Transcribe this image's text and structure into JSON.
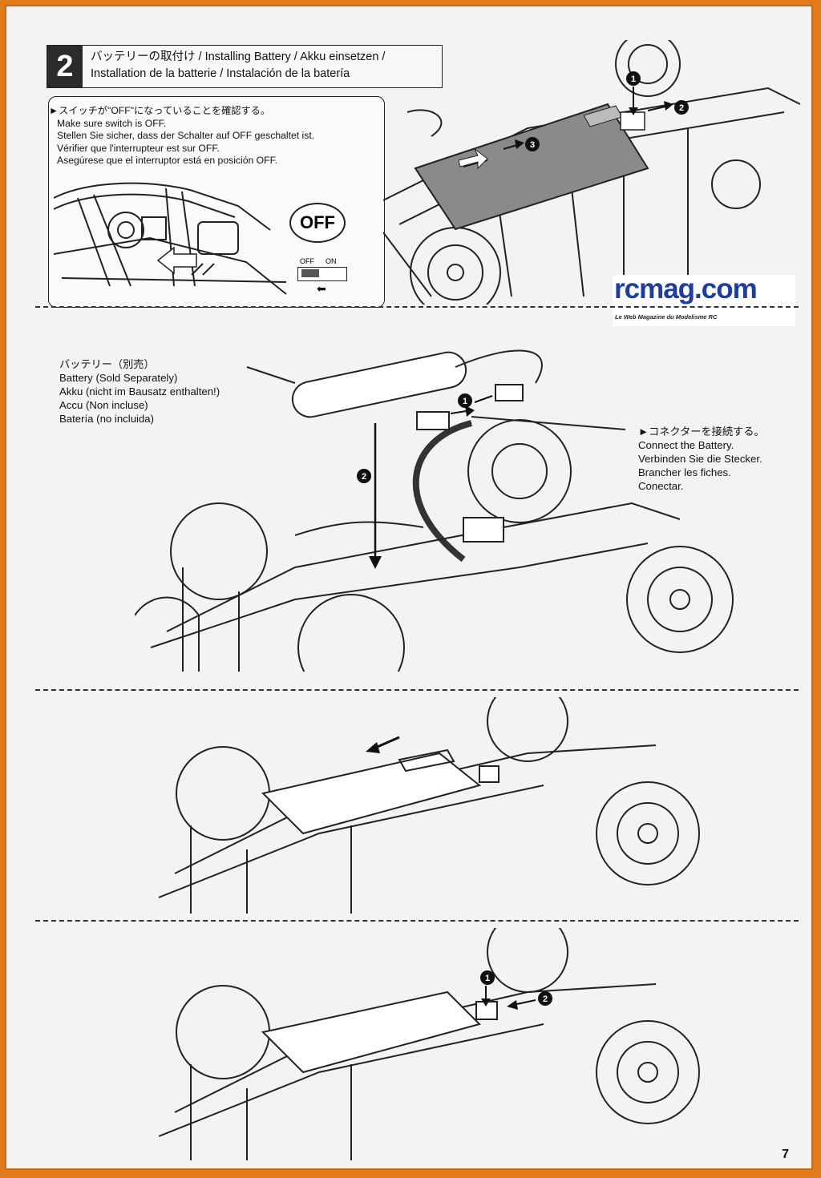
{
  "step": {
    "number": "2",
    "title_line1": "バッテリーの取付け / Installing Battery / Akku einsetzen /",
    "title_line2": "Installation de la batterie / Instalación de la batería"
  },
  "switch_note": {
    "ja": "►スイッチが\"OFF\"になっていることを確認する。",
    "en": "Make sure switch is OFF.",
    "de": "Stellen Sie sicher, dass der Schalter  auf OFF geschaltet ist.",
    "fr": "Vérifier que l'interrupteur est sur OFF.",
    "es": "Asegúrese que el interruptor está en posición OFF.",
    "off_bubble": "OFF",
    "switch_off": "OFF",
    "switch_on": "ON"
  },
  "battery_label": {
    "ja": "バッテリー（別売）",
    "en": "Battery (Sold Separately)",
    "de": "Akku (nicht im Bausatz enthalten!)",
    "fr": "Accu (Non incluse)",
    "es": "Batería (no incluida)"
  },
  "connector_label": {
    "ja": "►コネクターを接続する。",
    "en": "Connect the Battery.",
    "de": "Verbinden Sie die Stecker.",
    "fr": "Brancher les fiches.",
    "es": "Conectar."
  },
  "callouts": [
    "1",
    "2",
    "3"
  ],
  "logo": {
    "main": "rcmag.com",
    "sub": "Le Web Magazine du Modelisme RC"
  },
  "page_number": "7",
  "colors": {
    "border": "#e07a1c",
    "logo_blue": "#1f3d9c",
    "battery_plate": "#8a8a88"
  }
}
